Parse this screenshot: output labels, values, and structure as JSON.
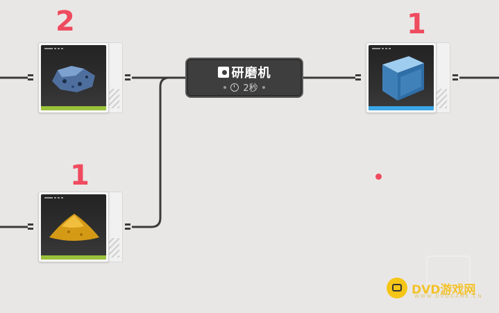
{
  "machine": {
    "name": "研磨机",
    "time": "2秒",
    "icon": "grinder-icon"
  },
  "inputs": [
    {
      "item": "blue-ore",
      "annotation": "2",
      "stripe_color": "#9ac23a"
    },
    {
      "item": "yellow-powder",
      "annotation": "1",
      "stripe_color": "#9ac23a"
    }
  ],
  "output": {
    "item": "blue-crystal-cube",
    "annotation": "1",
    "stripe_color": "#3aa7e6"
  },
  "colors": {
    "annotation": "#ef4b5f",
    "wire": "#3a3a3a"
  },
  "watermark": {
    "brand": "DVD游戏网",
    "sub": "WWW.DVDGAME.CN"
  }
}
